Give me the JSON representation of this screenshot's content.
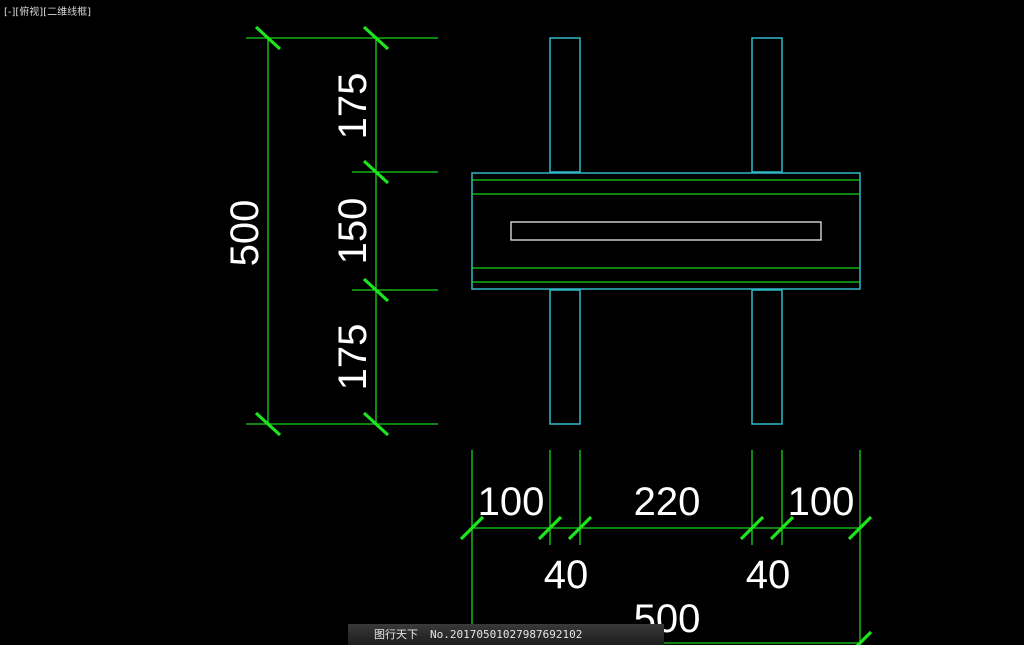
{
  "viewport_label": "[-][俯视][二维线框]",
  "dimensions": {
    "total_height": "500",
    "top_segment": "175",
    "middle_segment": "150",
    "bottom_segment": "175",
    "left_offset": "100",
    "center_span": "220",
    "right_offset": "100",
    "left_post_width": "40",
    "right_post_width": "40",
    "total_width": "500"
  },
  "watermark": {
    "site": "图行天下",
    "id": "No.20170501027987692102"
  },
  "colors": {
    "background": "#000000",
    "dimension_lines": "#19d419",
    "outline": "#2fb8c8",
    "inner_slot": "#e8e8e8",
    "text": "#ffffff"
  }
}
